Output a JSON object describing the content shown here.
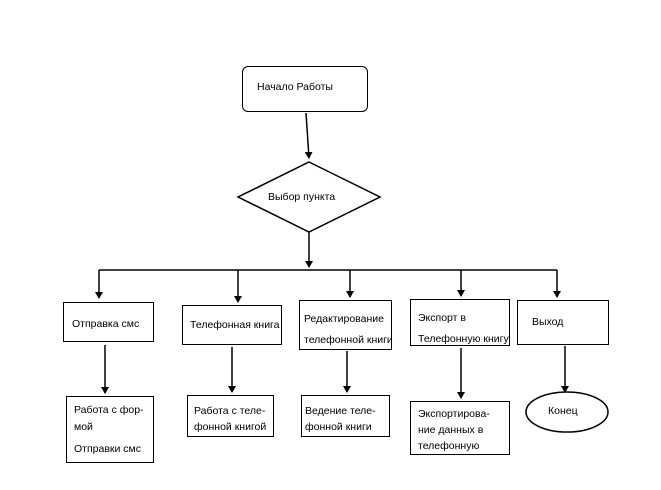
{
  "start": {
    "label": "Начало Работы"
  },
  "decision": {
    "label": "Выбор пункта"
  },
  "options": [
    {
      "lines": [
        "Отправка смс"
      ]
    },
    {
      "lines": [
        "Телефонная книга"
      ]
    },
    {
      "lines": [
        "Редактирование",
        "телефонной книги"
      ]
    },
    {
      "lines": [
        "Экспорт в",
        "Телефонную книгу"
      ]
    },
    {
      "lines": [
        "Выход"
      ]
    }
  ],
  "results": [
    {
      "lines": [
        "Работа с фор-",
        "мой",
        "Отправки смс"
      ]
    },
    {
      "lines": [
        "Работа с теле-",
        "фонной книгой"
      ]
    },
    {
      "lines": [
        "Ведение теле-",
        "фонной книги"
      ]
    },
    {
      "lines": [
        "Экспортирова-",
        "ние данных в",
        "телефонную"
      ]
    },
    {
      "lines": [
        "Конец"
      ]
    }
  ]
}
